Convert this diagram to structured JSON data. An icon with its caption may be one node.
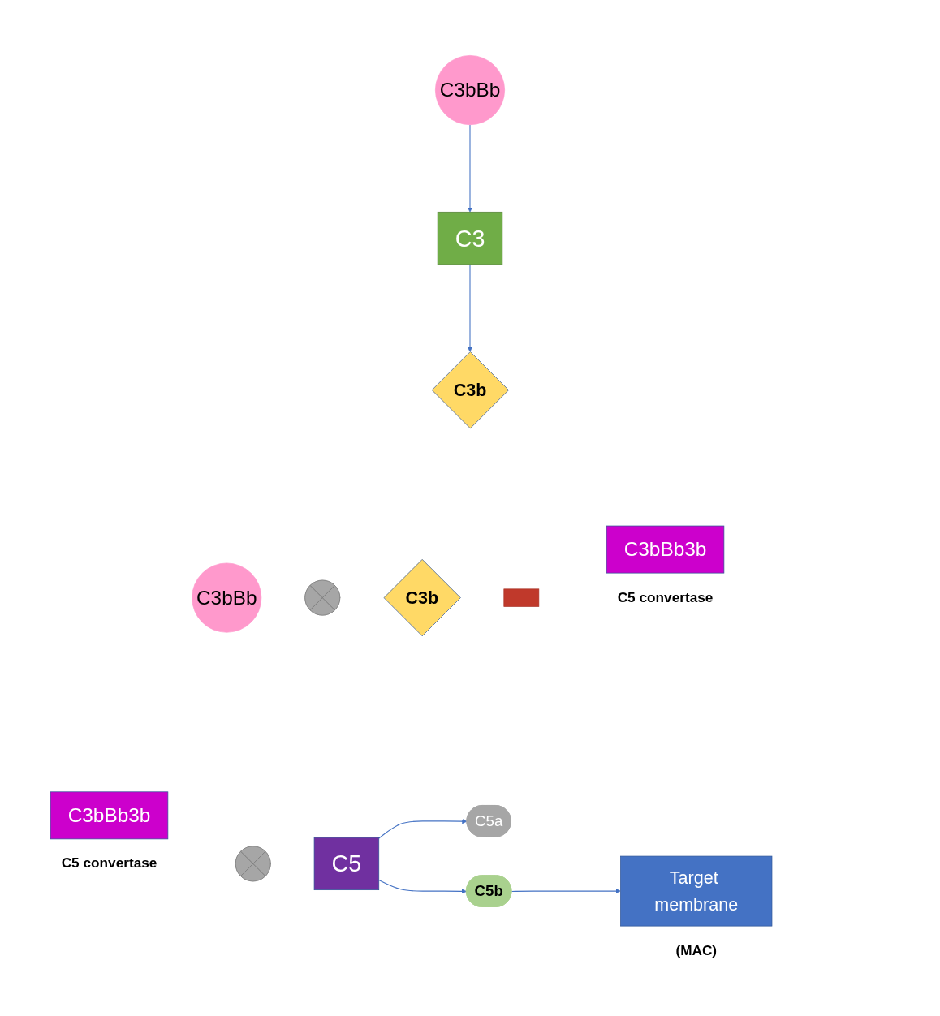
{
  "diagram": {
    "nodes": [
      {
        "text": [
          "C3bBb"
        ]
      },
      {
        "text": [
          "C3"
        ]
      },
      {
        "text": [
          "C3b"
        ]
      },
      {
        "text": [
          "C3bBb"
        ]
      },
      {
        "text": [],
        "shape": "plus"
      },
      {
        "text": [
          "C3b"
        ]
      },
      {
        "text": [],
        "shape": "equals"
      },
      {
        "text": [
          "C3bBb3b"
        ],
        "beside": [
          "C5 convertase"
        ]
      },
      {
        "text": [
          "C3bBb3b"
        ],
        "beside": [
          "C5 convertase"
        ]
      },
      {
        "text": [],
        "shape": "plus"
      },
      {
        "text": [
          "C5"
        ]
      },
      {
        "text": [
          "C5a"
        ]
      },
      {
        "text": [
          "C5b"
        ]
      },
      {
        "text": [
          "Target membrane"
        ],
        "beside": [
          "(MAC)"
        ]
      }
    ],
    "edges": [
      {
        "from": 0,
        "to": 1,
        "arrow": "to"
      },
      {
        "from": 1,
        "to": 2,
        "arrow": "to"
      },
      {
        "from": 10,
        "to": 11,
        "arrow": "to"
      },
      {
        "from": 10,
        "to": 12,
        "arrow": "to"
      },
      {
        "from": 12,
        "to": 13,
        "arrow": "to"
      }
    ]
  }
}
